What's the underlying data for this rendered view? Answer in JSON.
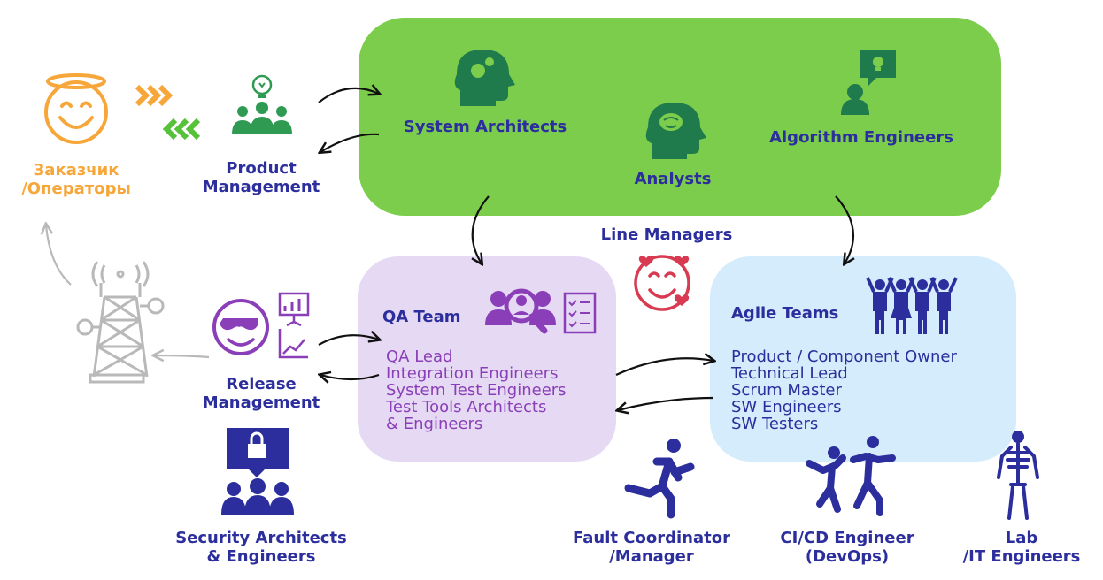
{
  "colors": {
    "navy": "#2b2e9c",
    "green_box": "#7ccd4c",
    "green_icon": "#1f7a4c",
    "purple": "#8a3fb8",
    "purple_box": "#e6d9f3",
    "blue_box": "#d4ecfb",
    "orange": "#f7a73a",
    "green_chev": "#55c23a",
    "red": "#d83a52",
    "gray": "#b9b9b9"
  },
  "nodes": {
    "customer": {
      "lines": [
        "Заказчик",
        "/Операторы"
      ],
      "color": "orange",
      "icon": "smiley-halo-icon"
    },
    "product_mgmt": {
      "lines": [
        "Product",
        "Management"
      ],
      "icon": "team-idea-icon"
    },
    "system_architects": {
      "label": "System Architects",
      "icon": "head-gears-icon"
    },
    "analysts": {
      "label": "Analysts",
      "icon": "head-brain-icon"
    },
    "algorithm_engineers": {
      "label": "Algorithm Engineers",
      "icon": "person-lightbulb-icon"
    },
    "line_managers": {
      "label": "Line Managers",
      "icon": "smiley-hearts-icon"
    },
    "qa_team": {
      "title": "QA Team",
      "items": [
        "QA Lead",
        "Integration Engineers",
        "System Test Engineers",
        "Test Tools Architects",
        "& Engineers"
      ],
      "icon": "team-search-checklist-icon"
    },
    "agile_teams": {
      "title": "Agile Teams",
      "items": [
        "Product / Component Owner",
        "Technical Lead",
        "Scrum Master",
        "SW Engineers",
        "SW Testers"
      ],
      "icon": "cheering-team-icon"
    },
    "release_mgmt": {
      "lines": [
        "Release",
        "Management"
      ],
      "icon": "sunglasses-chart-icon"
    },
    "security": {
      "lines": [
        "Security Architects",
        "& Engineers"
      ],
      "icon": "lock-team-icon"
    },
    "fault_coordinator": {
      "lines": [
        "Fault Coordinator",
        "/Manager"
      ],
      "icon": "running-person-icon"
    },
    "cicd": {
      "lines": [
        "CI/CD Engineer",
        "(DevOps)"
      ],
      "icon": "dancing-people-icon"
    },
    "lab": {
      "lines": [
        "Lab",
        "/IT Engineers"
      ],
      "icon": "skeleton-icon"
    },
    "tower": {
      "icon": "radio-tower-icon"
    }
  }
}
